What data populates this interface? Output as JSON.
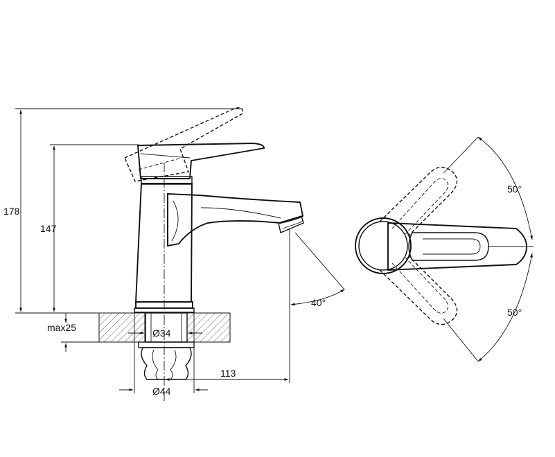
{
  "dimensions": {
    "total_height": "178",
    "spout_height": "147",
    "max_counter": "max25",
    "inner_diameter": "Ø34",
    "outer_diameter": "Ø44",
    "reach": "113",
    "spout_angle": "40°",
    "lever_up_angle": "50°",
    "lever_down_angle": "50°"
  }
}
